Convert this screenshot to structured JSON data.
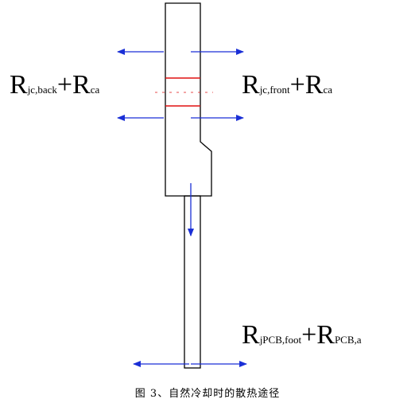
{
  "labels": {
    "back": {
      "r1": "R",
      "s1": "jc,back",
      "plus": "+",
      "r2": "R",
      "s2": "ca"
    },
    "front": {
      "r1": "R",
      "s1": "jc,front",
      "plus": "+",
      "r2": "R",
      "s2": "ca"
    },
    "foot": {
      "r1": "R",
      "s1": "jPCB,foot",
      "plus": "+",
      "r2": "R",
      "s2": "PCB,a"
    }
  },
  "caption": "图 3、自然冷却时的散热途径",
  "colors": {
    "outline": "#000000",
    "arrow": "#1a2fd6",
    "die": "#e01010"
  }
}
